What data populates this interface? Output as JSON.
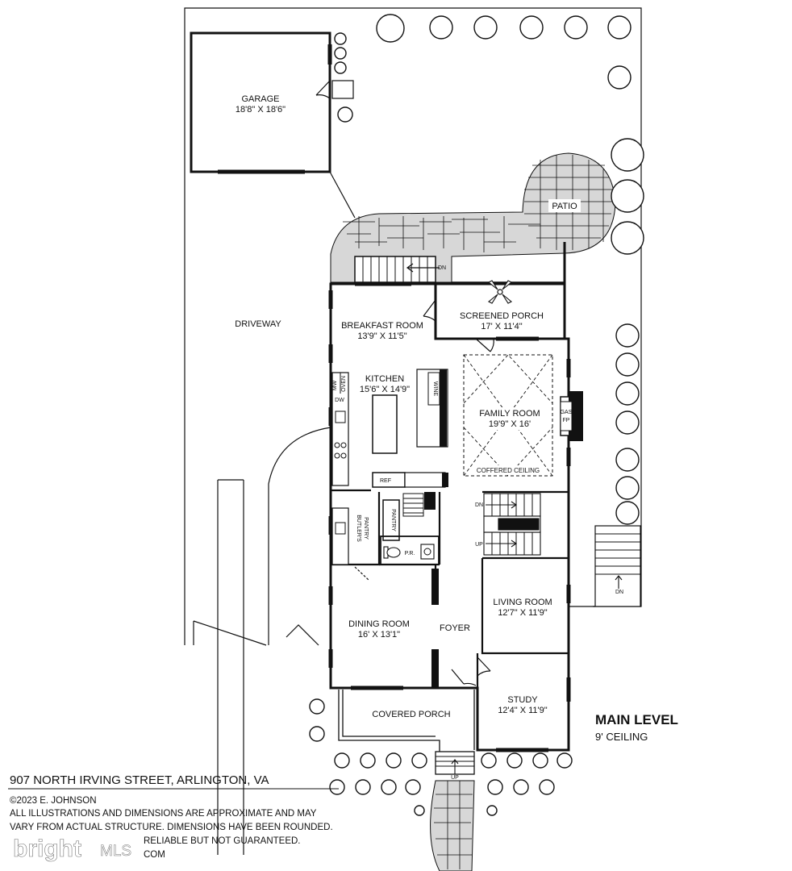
{
  "rooms": {
    "garage": {
      "name": "GARAGE",
      "dims": "18'8\" X 18'6\""
    },
    "driveway": {
      "name": "DRIVEWAY"
    },
    "patio": {
      "name": "PATIO"
    },
    "breakfast": {
      "name": "BREAKFAST ROOM",
      "dims": "13'9\" X 11'5\""
    },
    "screened_porch": {
      "name": "SCREENED PORCH",
      "dims": "17' X 11'4\""
    },
    "kitchen": {
      "name": "KITCHEN",
      "dims": "15'6\" X 14'9\""
    },
    "family": {
      "name": "FAMILY ROOM",
      "dims": "19'9\" X 16'"
    },
    "coffered": "COFFERED CEILING",
    "gas_fp": {
      "line1": "GAS",
      "line2": "FP"
    },
    "butlers_pantry": {
      "line1": "BUTLER'S",
      "line2": "PANTRY"
    },
    "pantry": "PANTRY",
    "powder": "P.R.",
    "living": {
      "name": "LIVING ROOM",
      "dims": "12'7\" X 11'9\""
    },
    "dining": {
      "name": "DINING ROOM",
      "dims": "16' X 13'1\""
    },
    "foyer": "FOYER",
    "study": {
      "name": "STUDY",
      "dims": "12'4\" X 11'9\""
    },
    "covered_porch": "COVERED PORCH"
  },
  "fixtures": {
    "mw": "MW",
    "oven": "OVEN",
    "dw": "DW",
    "wine": "WINE",
    "ref": "REF",
    "dn": "DN",
    "up": "UP"
  },
  "heading": {
    "title": "MAIN LEVEL",
    "subtitle": "9' CEILING"
  },
  "footer": {
    "address": "907 NORTH IRVING STREET, ARLINGTON, VA",
    "copyright": "©2023 E. JOHNSON",
    "disclaimer1": "ALL ILLUSTRATIONS AND DIMENSIONS ARE APPROXIMATE AND MAY",
    "disclaimer2": "VARY FROM ACTUAL STRUCTURE. DIMENSIONS HAVE BEEN ROUNDED.",
    "disclaimer3": "RELIABLE BUT NOT GUARANTEED.",
    "disclaimer4": "COM"
  },
  "watermark": {
    "brand": "bright",
    "suffix": "MLS",
    "color": "#ffffff"
  }
}
